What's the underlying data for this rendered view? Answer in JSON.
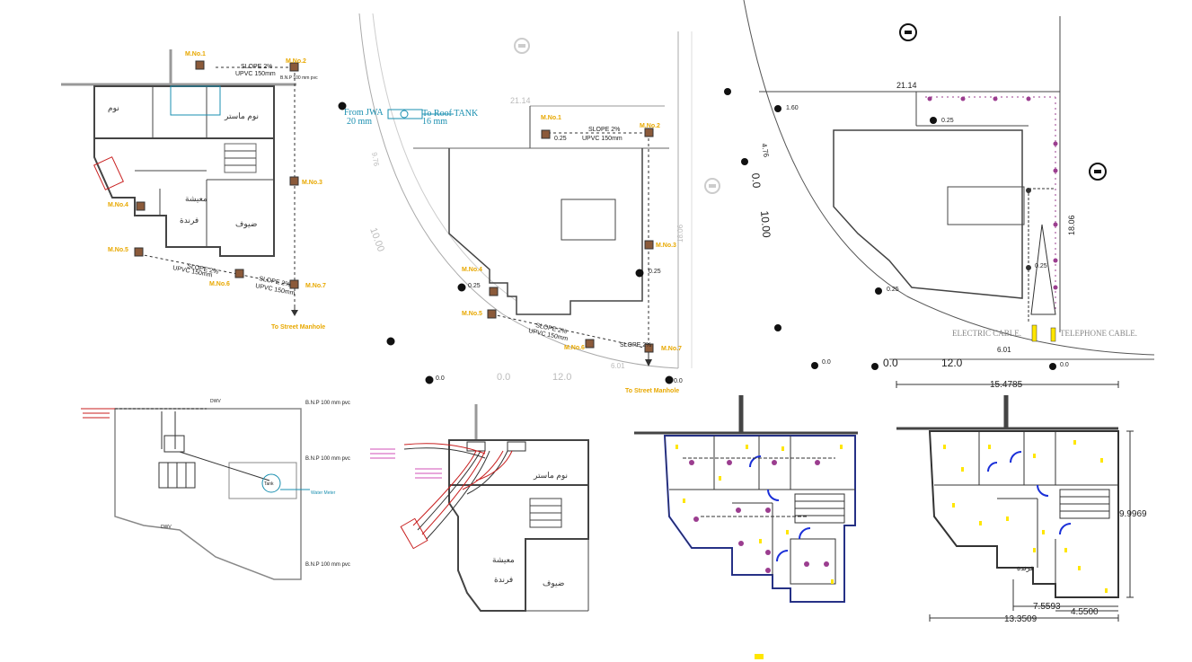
{
  "colors": {
    "background": "#ffffff",
    "wall": "#333333",
    "manhole_label": "#e8a800",
    "slope_green": "#2fbf2f",
    "water_blue": "#1a8fb0",
    "door_blue": "#1a2fd8",
    "fixture_yellow": "#ffe600",
    "pipe_red": "#c81e1e",
    "purple_point": "#9b3d8f",
    "faint_text": "#c8c8c8"
  },
  "plan1": {
    "manholes": [
      "M.No.1",
      "M.No.2",
      "M.No.3",
      "M.No.4",
      "M.No.5",
      "M.No.6",
      "M.No.7"
    ],
    "slope": "SLOPE 2%",
    "pipe": "UPVC 150mm",
    "bnp": "B.N.P 100 mm pvc",
    "rooms": {
      "bed": "نوم",
      "master": "نوم ماستر",
      "living": "معيشة",
      "veranda": "فرندة",
      "guest": "ضيوف"
    },
    "to_street": "To Street Manhole"
  },
  "plan2": {
    "from_jwa": "From JWA",
    "jwa_size": "20 mm",
    "to_roof": "To Roof TANK",
    "roof_size": "16 mm",
    "width": "21.14",
    "manholes": [
      "M.No.1",
      "M.No.2",
      "M.No.3",
      "M.No.4",
      "M.No.5",
      "M.No.6",
      "M.No.7"
    ],
    "slope": "SLOPE 2%",
    "pipe": "UPVC 150mm",
    "to_street": "To Street Manhole",
    "level_025": "0.25",
    "level_00": "0.0",
    "street_00": "0.0",
    "street_12": "12.0",
    "street_10": "10.00",
    "side": "18.06",
    "side2": "6.01",
    "left_dim": "9.76"
  },
  "plan3": {
    "width": "21.14",
    "level_160": "1.60",
    "level_025": "0.25",
    "level_00": "0.0",
    "street_00": "0.0",
    "street_12": "12.0",
    "street_10": "10.00",
    "side": "18.06",
    "bottom": "6.01",
    "left": "4.76",
    "electric": "ELECTRIC CABLE.",
    "telephone": "TELEPHONE CABLE."
  },
  "plan4": {
    "bnp": "B.N.P 100 mm pvc",
    "dwv": "DWV",
    "tank": "Tank",
    "water_meter": "Water Meter"
  },
  "plan5": {
    "rooms": {
      "master": "نوم ماستر",
      "living": "معيشة",
      "veranda": "فرندة",
      "guest": "ضيوف"
    }
  },
  "plan7": {
    "width": "15.4785",
    "height": "9.9969",
    "dim1": "7.5593",
    "dim2": "4.5500",
    "dim3": "13.3509",
    "room": "فرندة"
  }
}
